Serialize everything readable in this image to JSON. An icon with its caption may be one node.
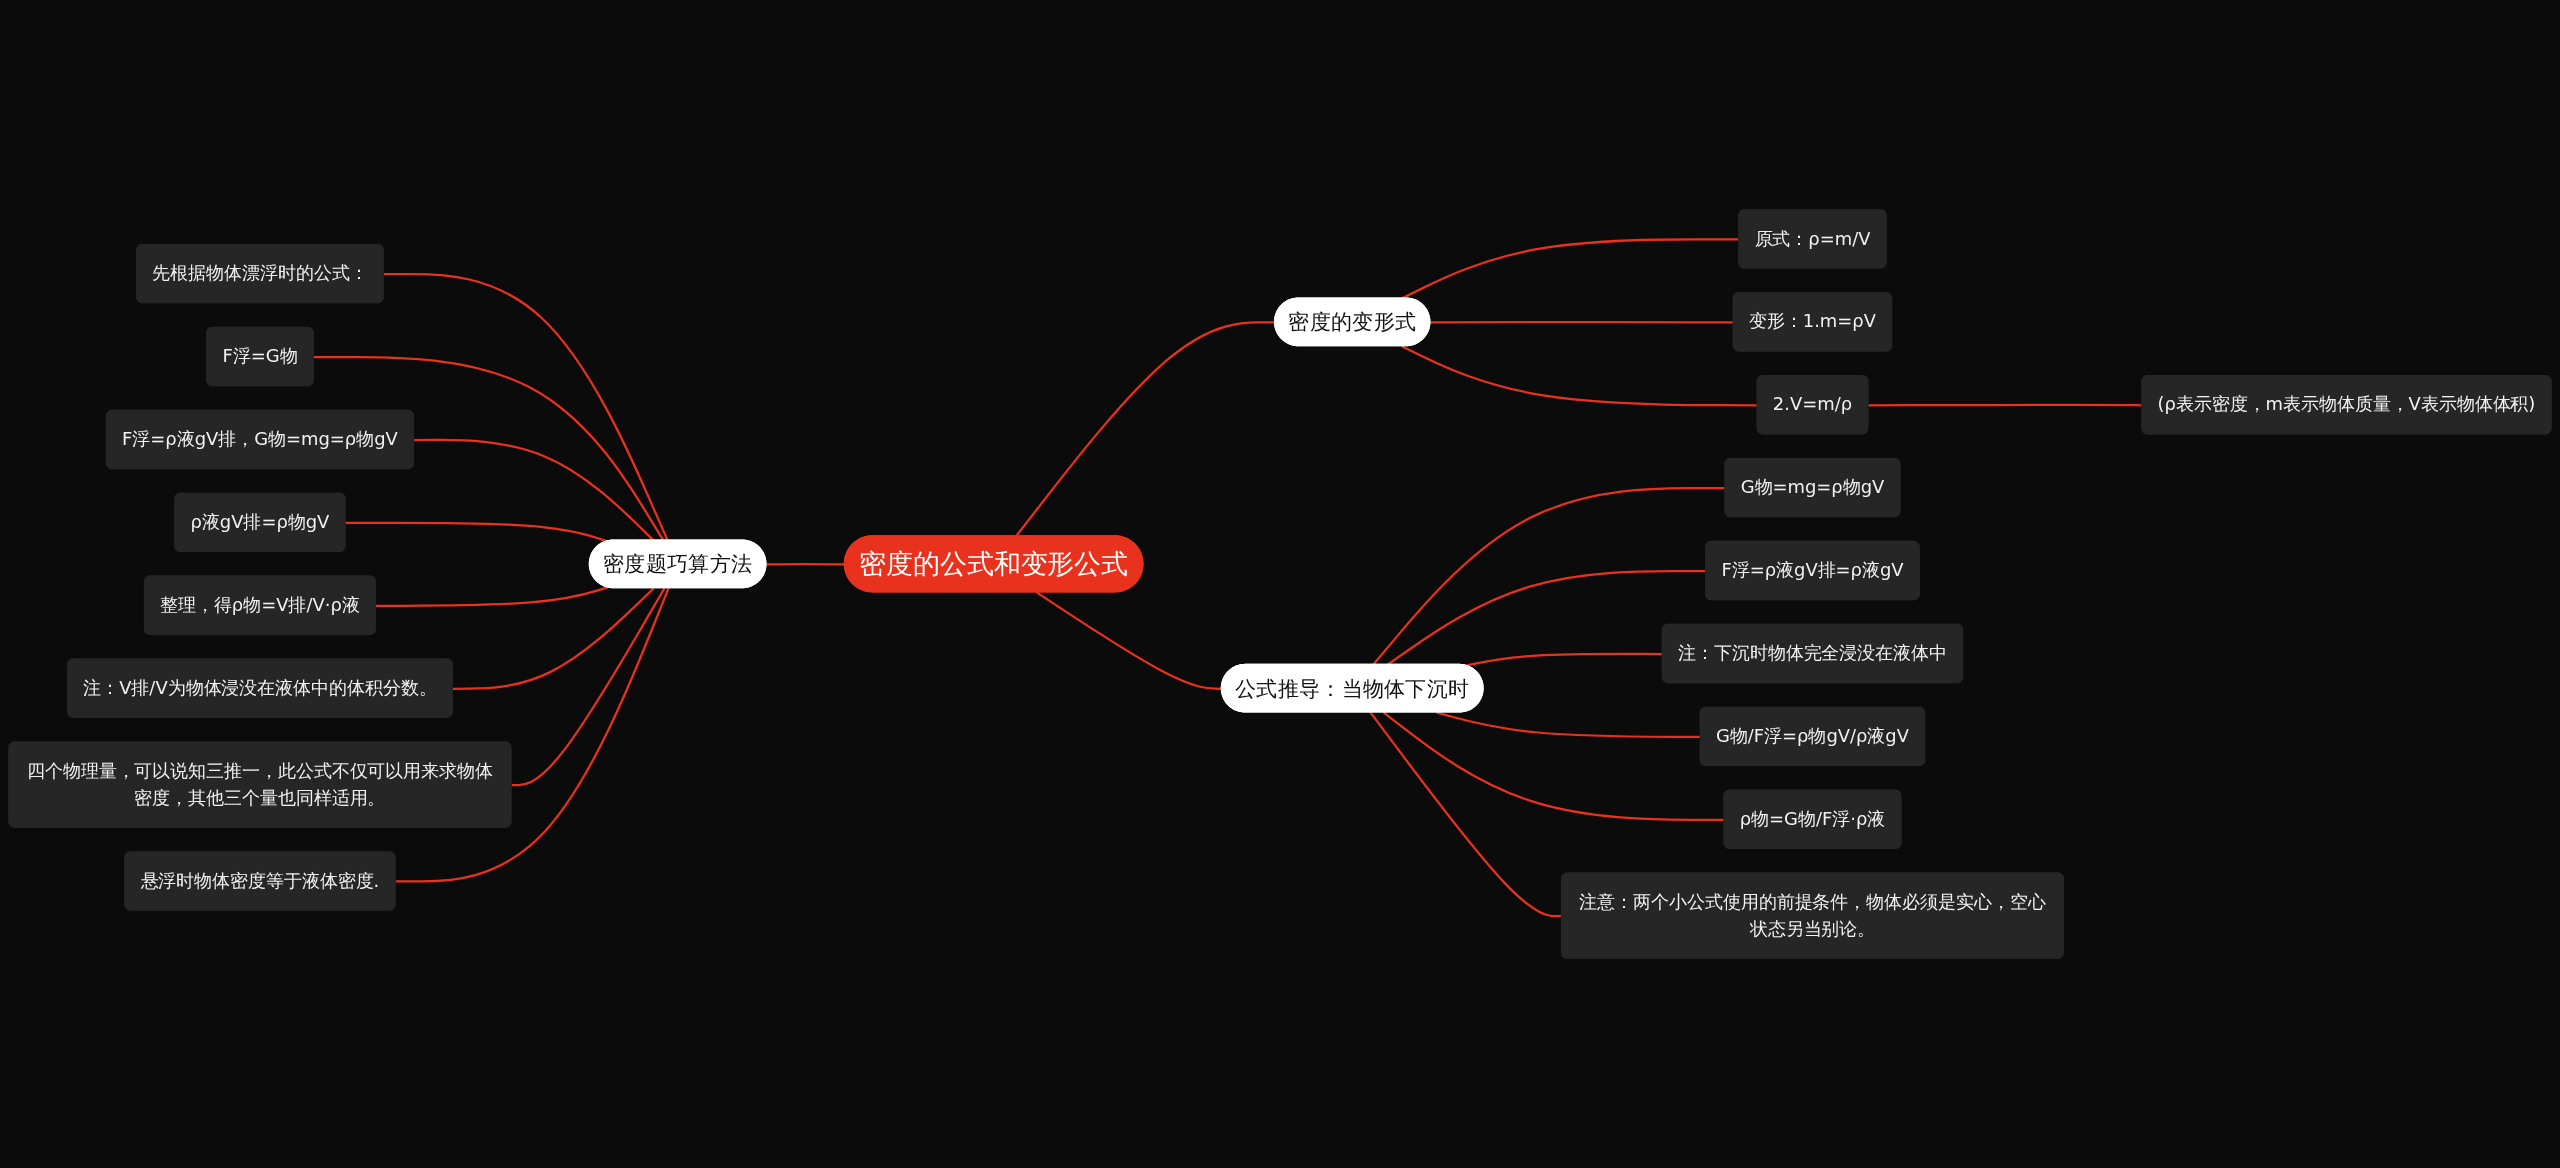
{
  "diagram": {
    "nodes": [
      {
        "text": [
          "密度的公式和变形公式"
        ]
      },
      {
        "text": [
          "密度的变形式"
        ]
      },
      {
        "text": [
          "原式：ρ=m/V"
        ]
      },
      {
        "text": [
          "变形：1.m=ρV"
        ]
      },
      {
        "text": [
          "2.V=m/ρ"
        ]
      },
      {
        "text": [
          "(ρ表示密度，m表示物体质量，V表示物体体积)"
        ]
      },
      {
        "text": [
          "公式推导：当物体下沉时"
        ]
      },
      {
        "text": [
          "G物=mg=ρ物gV"
        ]
      },
      {
        "text": [
          "F浮=ρ液gV排=ρ液gV"
        ]
      },
      {
        "text": [
          "注：下沉时物体完全浸没在液体中"
        ]
      },
      {
        "text": [
          "G物/F浮=ρ物gV/ρ液gV"
        ]
      },
      {
        "text": [
          "ρ物=G物/F浮·ρ液"
        ]
      },
      {
        "text": [
          "注意：两个小公式使用的前提条件，物体必须是实心，空心状态另当别论。"
        ]
      },
      {
        "text": [
          "密度题巧算方法"
        ]
      },
      {
        "text": [
          "先根据物体漂浮时的公式："
        ]
      },
      {
        "text": [
          "F浮=G物"
        ]
      },
      {
        "text": [
          "F浮=ρ液gV排，G物=mg=ρ物gV"
        ]
      },
      {
        "text": [
          "ρ液gV排=ρ物gV"
        ]
      },
      {
        "text": [
          "整理，得ρ物=V排/V·ρ液"
        ]
      },
      {
        "text": [
          "注：V排/V为物体浸没在液体中的体积分数。"
        ]
      },
      {
        "text": [
          "四个物理量，可以说知三推一，此公式不仅可以用来求物体密度，其他三个量也同样适用。"
        ]
      },
      {
        "text": [
          "悬浮时物体密度等于液体密度."
        ]
      }
    ],
    "edges": [
      {
        "from": 0,
        "to": 1,
        "arrow": "none"
      },
      {
        "from": 1,
        "to": 2,
        "arrow": "none"
      },
      {
        "from": 1,
        "to": 3,
        "arrow": "none"
      },
      {
        "from": 1,
        "to": 4,
        "arrow": "none"
      },
      {
        "from": 4,
        "to": 5,
        "arrow": "none"
      },
      {
        "from": 0,
        "to": 6,
        "arrow": "none"
      },
      {
        "from": 6,
        "to": 7,
        "arrow": "none"
      },
      {
        "from": 6,
        "to": 8,
        "arrow": "none"
      },
      {
        "from": 6,
        "to": 9,
        "arrow": "none"
      },
      {
        "from": 6,
        "to": 10,
        "arrow": "none"
      },
      {
        "from": 6,
        "to": 11,
        "arrow": "none"
      },
      {
        "from": 6,
        "to": 12,
        "arrow": "none"
      },
      {
        "from": 13,
        "to": 0,
        "arrow": "none"
      },
      {
        "from": 14,
        "to": 13,
        "arrow": "none"
      },
      {
        "from": 15,
        "to": 13,
        "arrow": "none"
      },
      {
        "from": 16,
        "to": 13,
        "arrow": "none"
      },
      {
        "from": 17,
        "to": 13,
        "arrow": "none"
      },
      {
        "from": 18,
        "to": 13,
        "arrow": "none"
      },
      {
        "from": 19,
        "to": 13,
        "arrow": "none"
      },
      {
        "from": 20,
        "to": 13,
        "arrow": "none"
      },
      {
        "from": 21,
        "to": 13,
        "arrow": "none"
      }
    ]
  }
}
